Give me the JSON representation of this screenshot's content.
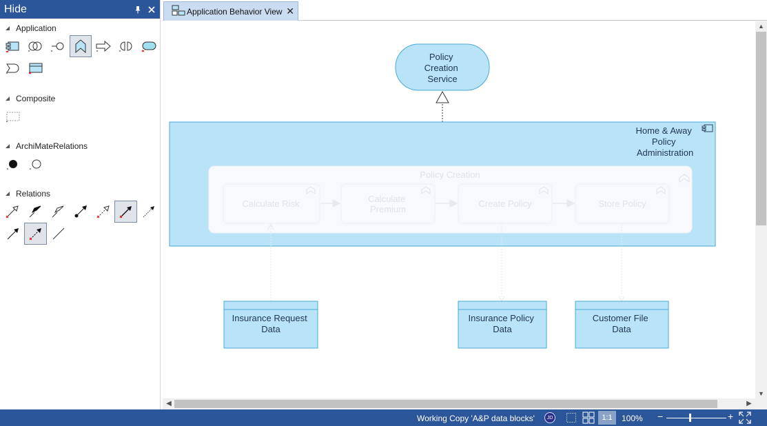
{
  "palette": {
    "title": "Hide",
    "pin_icon": "pin-icon",
    "close_icon": "close-icon",
    "sections": {
      "application": "Application",
      "composite": "Composite",
      "archimate_relations": "ArchiMateRelations",
      "relations": "Relations"
    }
  },
  "tab": {
    "title": "Application Behavior View",
    "icon": "application-view-icon",
    "close": "✕"
  },
  "diagram": {
    "service": "Policy Creation Service",
    "service_lines": [
      "Policy",
      "Creation",
      "Service"
    ],
    "component_lines": [
      "Home & Away",
      "Policy",
      "Administration"
    ],
    "process": "Policy Creation",
    "steps": [
      "Calculate Risk",
      "Calculate Premium",
      "Create Policy",
      "Store Policy"
    ],
    "premium_lines": [
      "Calculate",
      "Premium"
    ],
    "data_objects": [
      {
        "lines": [
          "Insurance Request",
          "Data"
        ]
      },
      {
        "lines": [
          "Insurance Policy",
          "Data"
        ]
      },
      {
        "lines": [
          "Customer File",
          "Data"
        ]
      }
    ]
  },
  "status": {
    "working_copy": "Working Copy 'A&P data blocks'",
    "avatar": "JD",
    "ratio": "1:1",
    "zoom": "100%",
    "zoom_level": 0.4,
    "minus": "−",
    "plus": "+"
  },
  "colors": {
    "accent": "#2b579a",
    "app_fill": "#b9e4f7",
    "app_stroke": "#4aa8d8",
    "text": "#1f3550"
  }
}
